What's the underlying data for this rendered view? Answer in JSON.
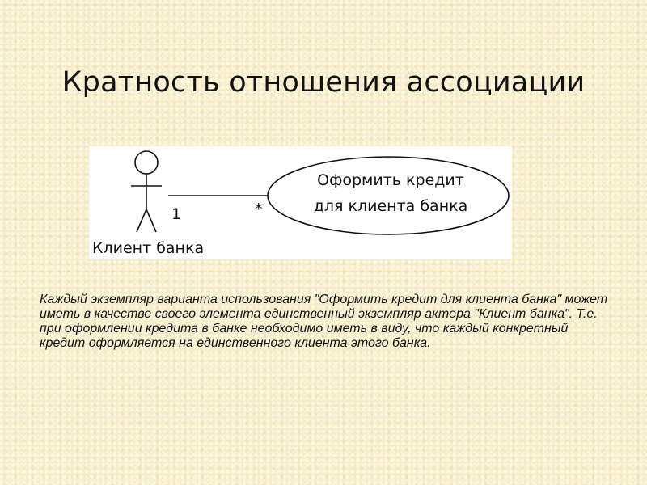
{
  "slide": {
    "title": "Кратность отношения ассоциации"
  },
  "diagram": {
    "actor_label": "Клиент банка",
    "actor_multiplicity": "1",
    "use_case_multiplicity": "*",
    "use_case_line1": "Оформить кредит",
    "use_case_line2": "для клиента банка",
    "icons": [
      "actor-stick-figure-icon",
      "use-case-ellipse"
    ]
  },
  "description": {
    "text": "Каждый экземпляр варианта использования \"Оформить кредит для клиента банка\" может иметь в качестве своего элемента единственный экземпляр актера \"Клиент банка\". Т.е. при оформлении кредита в банке необходимо иметь в виду, что каждый конкретный кредит оформляется на единственного клиента этого банка."
  }
}
